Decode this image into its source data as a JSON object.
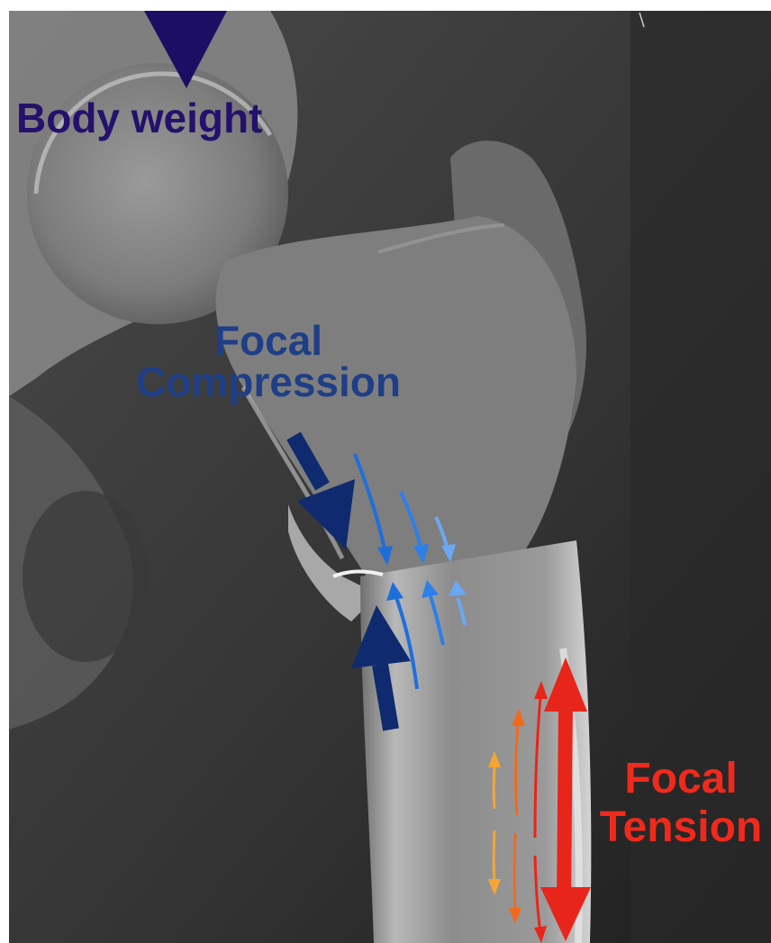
{
  "labels": {
    "body_weight": "Body weight",
    "focal_compression": [
      "Focal",
      "Compression"
    ],
    "focal_tension": [
      "Focal",
      "Tension"
    ]
  },
  "colors": {
    "body_weight": "#24116b",
    "compression_dark": "#0f2a6e",
    "compression_mid": "#1f6fdb",
    "compression_light": "#6aa8f4",
    "tension_red": "#e8251a",
    "tension_orange": "#f06a1e",
    "tension_yellow": "#f5a534"
  }
}
